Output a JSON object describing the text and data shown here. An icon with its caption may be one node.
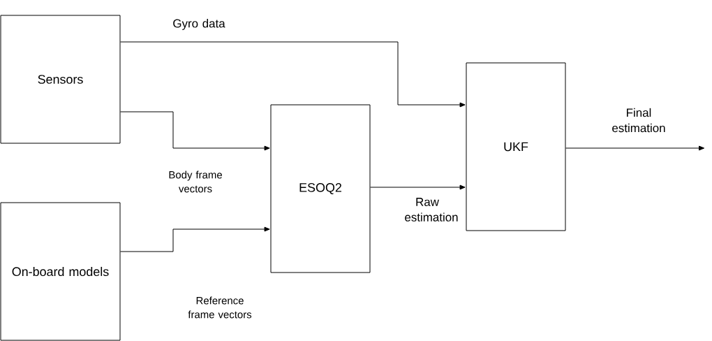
{
  "diagram": {
    "nodes": [
      {
        "text": [
          "Sensors"
        ]
      },
      {
        "text": [
          "On-board models"
        ]
      },
      {
        "text": [
          "ESOQ2"
        ]
      },
      {
        "text": [
          "UKF"
        ]
      }
    ],
    "edges": [
      {
        "from": 0,
        "to": 3,
        "arrow": "to",
        "label": "Gyro data"
      },
      {
        "from": 0,
        "to": 2,
        "arrow": "to",
        "label": "Body frame vectors"
      },
      {
        "from": 1,
        "to": 2,
        "arrow": "to",
        "label": "Reference frame vectors"
      },
      {
        "from": 2,
        "to": 3,
        "arrow": "to",
        "label": "Raw estimation"
      },
      {
        "from": 3,
        "to": null,
        "arrow": "to",
        "label": "Final estimation"
      }
    ]
  }
}
